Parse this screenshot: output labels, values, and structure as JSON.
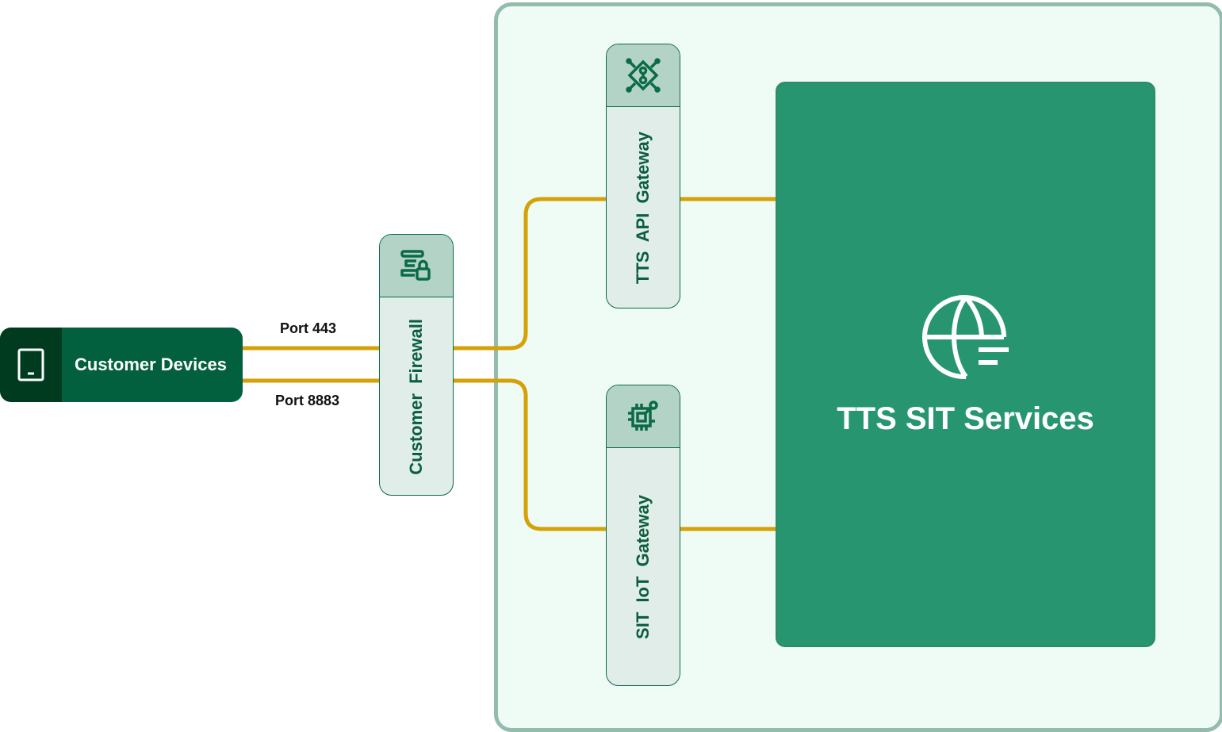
{
  "colors": {
    "connector": "#d4a106",
    "zone_border": "#93bcaf",
    "zone_fill": "#effcf6",
    "services": "#279670",
    "node_header": "#b3d3c7",
    "node_body": "#e1ede8",
    "node_text": "#0b5e3f",
    "devices": "#03603f",
    "devices_icon_bg": "#003b1f"
  },
  "customer_devices": {
    "label": "Customer Devices",
    "icon": "tablet-icon"
  },
  "ports": {
    "top": "Port 443",
    "bottom": "Port 8883"
  },
  "firewall": {
    "label": "Customer Firewall",
    "icon": "firewall-lock-icon"
  },
  "api_gateway": {
    "label": "TTS API Gateway",
    "icon": "api-gateway-icon"
  },
  "iot_gateway": {
    "label": "SIT IoT Gateway",
    "icon": "iot-chip-icon"
  },
  "services": {
    "label": "TTS SIT Services",
    "icon": "globe-icon"
  }
}
